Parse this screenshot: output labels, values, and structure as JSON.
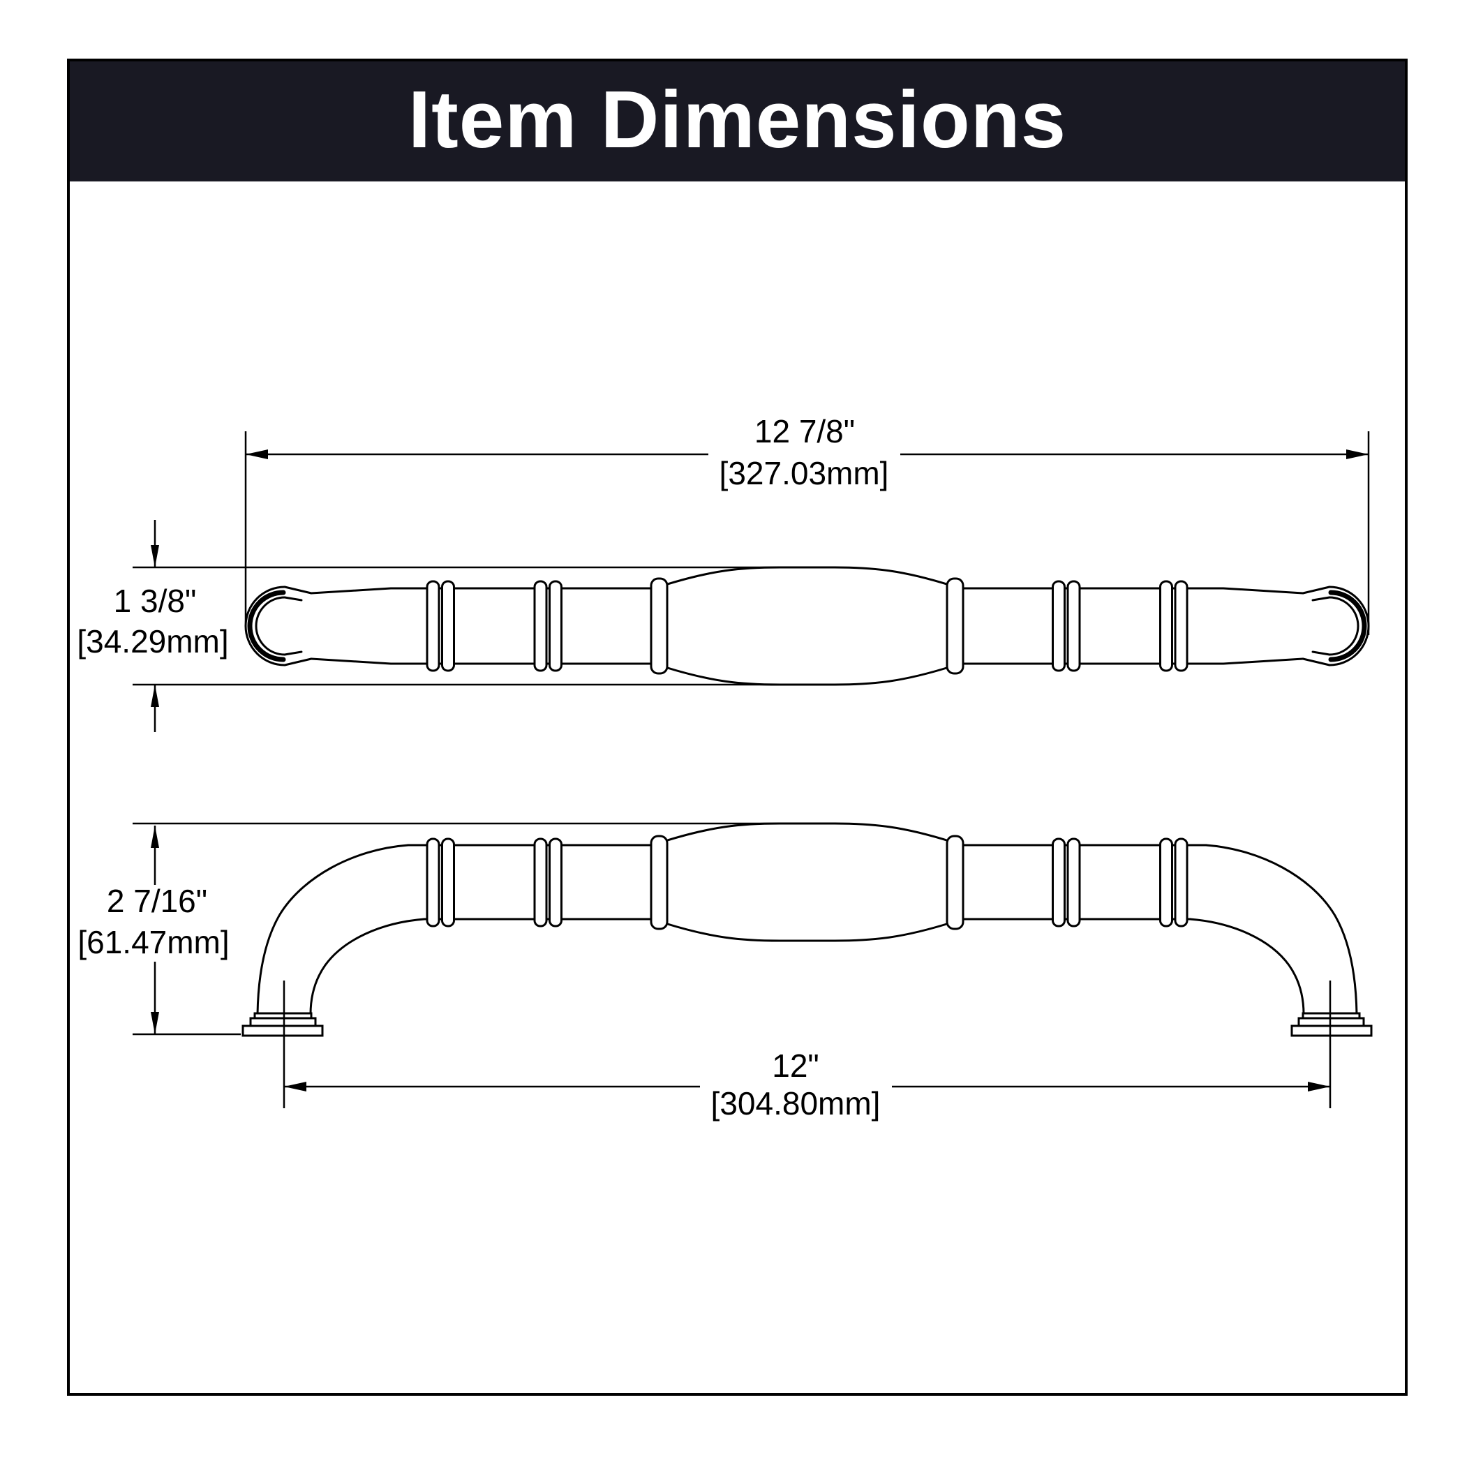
{
  "header": {
    "title": "Item Dimensions",
    "bg_color": "#191923",
    "text_color": "#ffffff"
  },
  "drawing": {
    "top_view": {
      "overall_length_in": "12 7/8\"",
      "overall_length_mm": "[327.03mm]",
      "end_height_in": "1 3/8\"",
      "end_height_mm": "[34.29mm]"
    },
    "front_view": {
      "projection_in": "2 7/16\"",
      "projection_mm": "[61.47mm]",
      "center_to_center_in": "12\"",
      "center_to_center_mm": "[304.80mm]"
    },
    "line_color": "#000000"
  }
}
